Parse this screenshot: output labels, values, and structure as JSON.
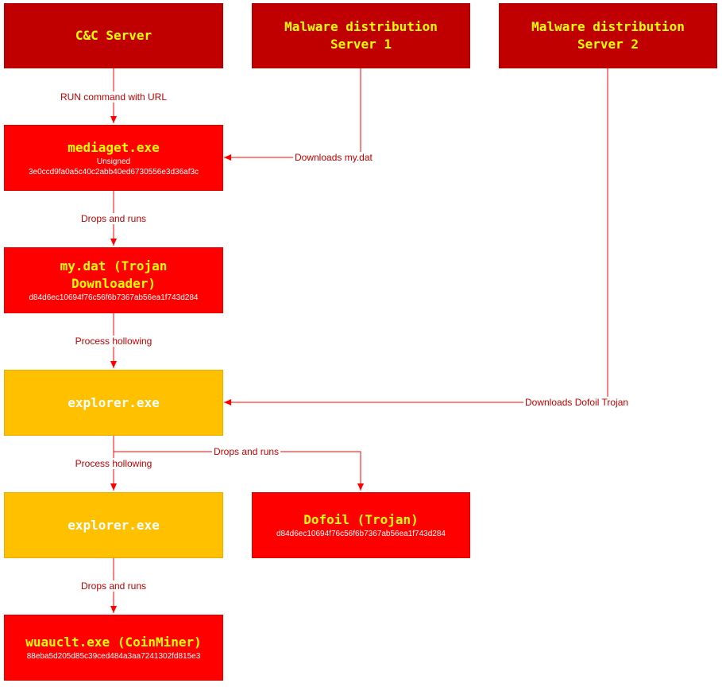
{
  "nodes": {
    "cnc": {
      "title": "C&C Server"
    },
    "dist1": {
      "title_line1": "Malware distribution",
      "title_line2": "Server 1"
    },
    "dist2": {
      "title_line1": "Malware distribution",
      "title_line2": "Server 2"
    },
    "mediaget": {
      "title": "mediaget.exe",
      "signature": "Unsigned",
      "hash": "3e0ccd9fa0a5c40c2abb40ed6730556e3d36af3c"
    },
    "mydat": {
      "title_line1": "my.dat (Trojan",
      "title_line2": "Downloader)",
      "hash": "d84d6ec10694f76c56f6b7367ab56ea1f743d284"
    },
    "explorer1": {
      "title": "explorer.exe"
    },
    "explorer2": {
      "title": "explorer.exe"
    },
    "dofoil": {
      "title": "Dofoil (Trojan)",
      "hash": "d84d6ec10694f76c56f6b7367ab56ea1f743d284"
    },
    "wuauclt": {
      "title": "wuauclt.exe (CoinMiner)",
      "hash": "88eba5d205d85c39ced484a3aa7241302fd815e3"
    }
  },
  "edges": {
    "run_command": "RUN command with URL",
    "downloads_mydat": "Downloads my.dat",
    "drops_runs_1": "Drops and runs",
    "process_hollowing_1": "Process hollowing",
    "downloads_dofoil": "Downloads Dofoil Trojan",
    "process_hollowing_2": "Process hollowing",
    "drops_runs_dofoil": "Drops and runs",
    "drops_runs_2": "Drops and runs"
  },
  "colors": {
    "server": "#c00000",
    "malware": "#ff0000",
    "injected_process": "#ffc000",
    "connector": "#ff0000",
    "label": "#c00000",
    "title_text": "#ffff00"
  }
}
